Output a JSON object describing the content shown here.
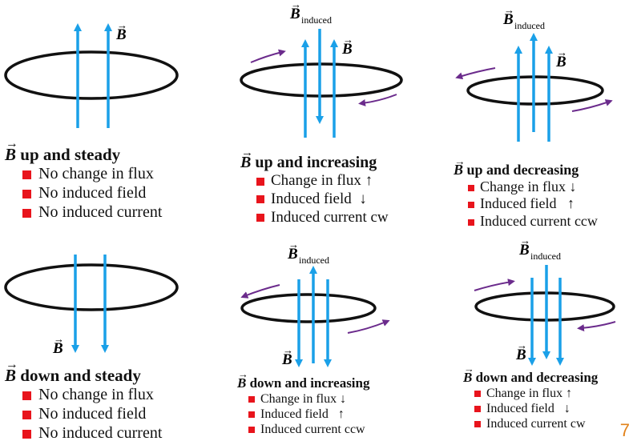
{
  "colors": {
    "field_arrow": "#1aa0e8",
    "loop": "#111111",
    "current_arrow": "#6b2b8c",
    "bullet": "#e8141c",
    "page_number": "#e2821a"
  },
  "symbols": {
    "b": "B",
    "induced": "induced"
  },
  "panels": [
    {
      "title_rest": " up and steady",
      "bullets": [
        "No change in flux",
        "No induced field",
        "No induced current"
      ]
    },
    {
      "title_rest": " up and increasing",
      "bullets": [
        "Change in flux ↑",
        "Induced field  ↓",
        "Induced current cw"
      ]
    },
    {
      "title_rest": " up and decreasing",
      "bullets": [
        "Change in flux ↓",
        "Induced field   ↑",
        "Induced current ccw"
      ]
    },
    {
      "title_rest": " down and steady",
      "bullets": [
        "No change in flux",
        "No induced field",
        "No induced current"
      ]
    },
    {
      "title_rest": " down and increasing",
      "bullets": [
        "Change in flux ↓",
        "Induced field   ↑",
        "Induced current ccw"
      ]
    },
    {
      "title_rest": " down and decreasing",
      "bullets": [
        "Change in flux ↑",
        "Induced field   ↓",
        "Induced current cw"
      ]
    }
  ],
  "page_number": "7"
}
